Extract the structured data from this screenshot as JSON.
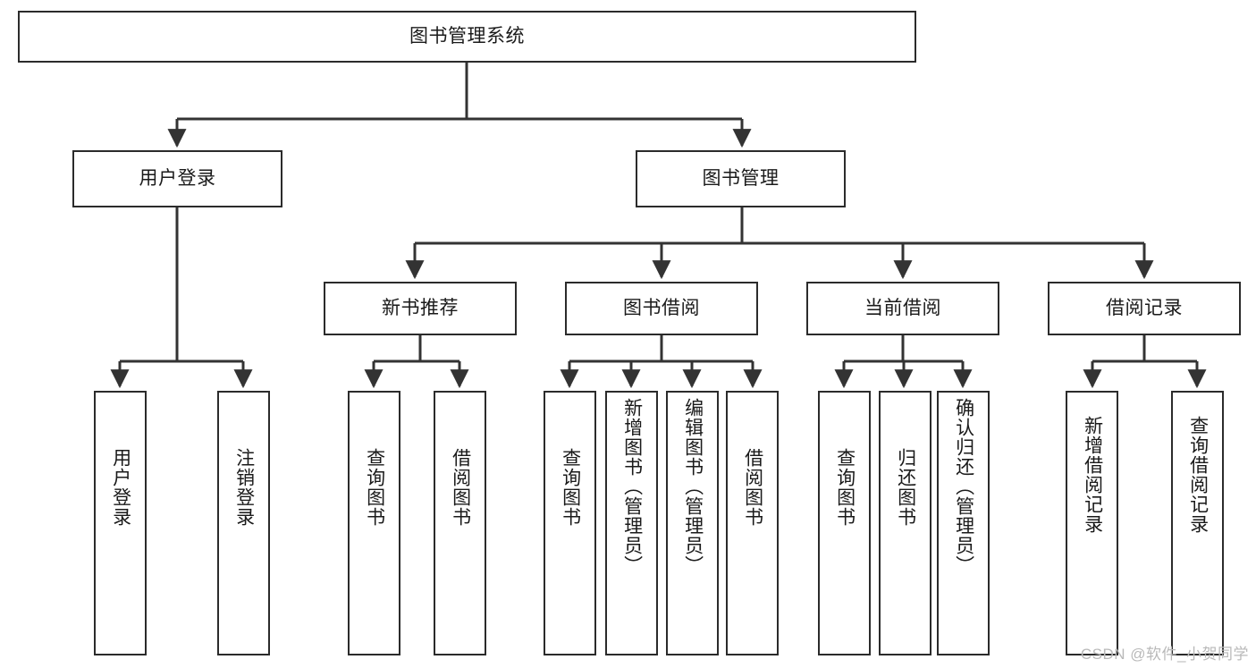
{
  "diagram": {
    "title": "图书管理系统",
    "watermark": "CSDN @软件_小贺同学",
    "colors": {
      "border": "#2b2b2b",
      "background": "#ffffff",
      "text": "#1a1a1a",
      "connector": "#333333",
      "watermark": "#b9b9b9"
    },
    "nodes": {
      "root": {
        "label": "图书管理系统"
      },
      "level2": [
        {
          "id": "user-login",
          "label": "用户登录"
        },
        {
          "id": "book-management",
          "label": "图书管理"
        }
      ],
      "level3": [
        {
          "id": "new-book-recommend",
          "label": "新书推荐",
          "parent": "book-management"
        },
        {
          "id": "book-borrow",
          "label": "图书借阅",
          "parent": "book-management"
        },
        {
          "id": "current-borrow",
          "label": "当前借阅",
          "parent": "book-management"
        },
        {
          "id": "borrow-record",
          "label": "借阅记录",
          "parent": "book-management"
        }
      ],
      "leaves": [
        {
          "id": "leaf-user-login",
          "label": "用户登录",
          "parent": "user-login"
        },
        {
          "id": "leaf-logout",
          "label": "注销登录",
          "parent": "user-login"
        },
        {
          "id": "leaf-query-book-1",
          "label": "查询图书",
          "parent": "new-book-recommend"
        },
        {
          "id": "leaf-borrow-book-1",
          "label": "借阅图书",
          "parent": "new-book-recommend"
        },
        {
          "id": "leaf-query-book-2",
          "label": "查询图书",
          "parent": "book-borrow"
        },
        {
          "id": "leaf-add-book",
          "label": "新增图书（管理员）",
          "parent": "book-borrow"
        },
        {
          "id": "leaf-edit-book",
          "label": "编辑图书（管理员）",
          "parent": "book-borrow"
        },
        {
          "id": "leaf-borrow-book-2",
          "label": "借阅图书",
          "parent": "book-borrow"
        },
        {
          "id": "leaf-query-book-3",
          "label": "查询图书",
          "parent": "current-borrow"
        },
        {
          "id": "leaf-return-book",
          "label": "归还图书",
          "parent": "current-borrow"
        },
        {
          "id": "leaf-confirm-return",
          "label": "确认归还（管理员）",
          "parent": "current-borrow"
        },
        {
          "id": "leaf-add-record",
          "label": "新增借阅记录",
          "parent": "borrow-record"
        },
        {
          "id": "leaf-query-record",
          "label": "查询借阅记录",
          "parent": "borrow-record"
        }
      ]
    }
  }
}
